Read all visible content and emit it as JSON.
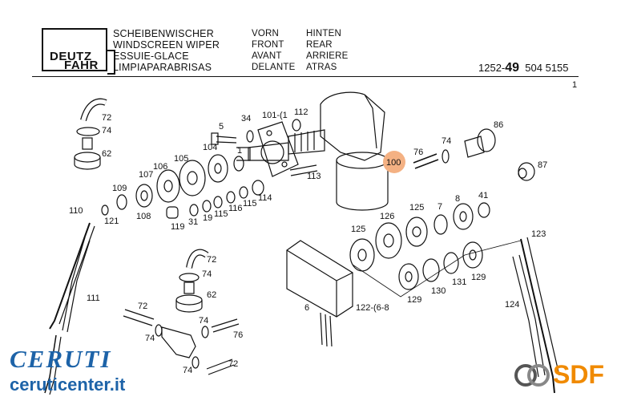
{
  "header": {
    "logo_line1": "DEUTZ",
    "logo_line2": "FAHR",
    "title_de": "SCHEIBENWISCHER",
    "title_en": "WINDSCREEN WIPER",
    "title_fr": "ESSUIE-GLACE",
    "title_es": "LIMPIAPARABRISAS",
    "col1": [
      "VORN",
      "FRONT",
      "AVANT",
      "DELANTE"
    ],
    "col2": [
      "HINTEN",
      "REAR",
      "ARRIERE",
      "ATRAS"
    ],
    "code_prefix": "1252-",
    "code_bold": "49",
    "code_suffix": "504 5155",
    "page": "1"
  },
  "labels": {
    "l72a": "72",
    "l74a": "74",
    "l62a": "62",
    "l5": "5",
    "l34": "34",
    "l101": "101-(1",
    "l112": "112",
    "l104": "104",
    "l105": "105",
    "l106": "106",
    "l107": "107",
    "l109": "109",
    "l110": "110",
    "l121": "121",
    "l108": "108",
    "l119": "119",
    "l31": "31",
    "l19": "19",
    "l115a": "115",
    "l116": "116",
    "l115b": "115",
    "l114": "114",
    "l1": "1",
    "l113": "113",
    "l100": "100",
    "l76a": "76",
    "l74b": "74",
    "l86": "86",
    "l87": "87",
    "l126": "126",
    "l125a": "125",
    "l7": "7",
    "l8": "8",
    "l41": "41",
    "l125b": "125",
    "l123": "123",
    "l129a": "129",
    "l130": "130",
    "l131": "131",
    "l129b": "129",
    "l111": "111",
    "l72b": "72",
    "l74c": "74",
    "l62b": "62",
    "l6": "6",
    "l122": "122-(6-8",
    "l124": "124",
    "l72c": "72",
    "l74d": "74",
    "l74e": "74",
    "l76b": "76",
    "l74f": "74",
    "l72d": "72"
  },
  "watermark": {
    "brand": "CERUTI",
    "site": "ceruticenter.it",
    "sdf": "SDF"
  },
  "colors": {
    "ink": "#111111",
    "watermark_blue": "#1d63a8",
    "sdf_orange": "#f08a00",
    "highlight": "#f4b183"
  }
}
